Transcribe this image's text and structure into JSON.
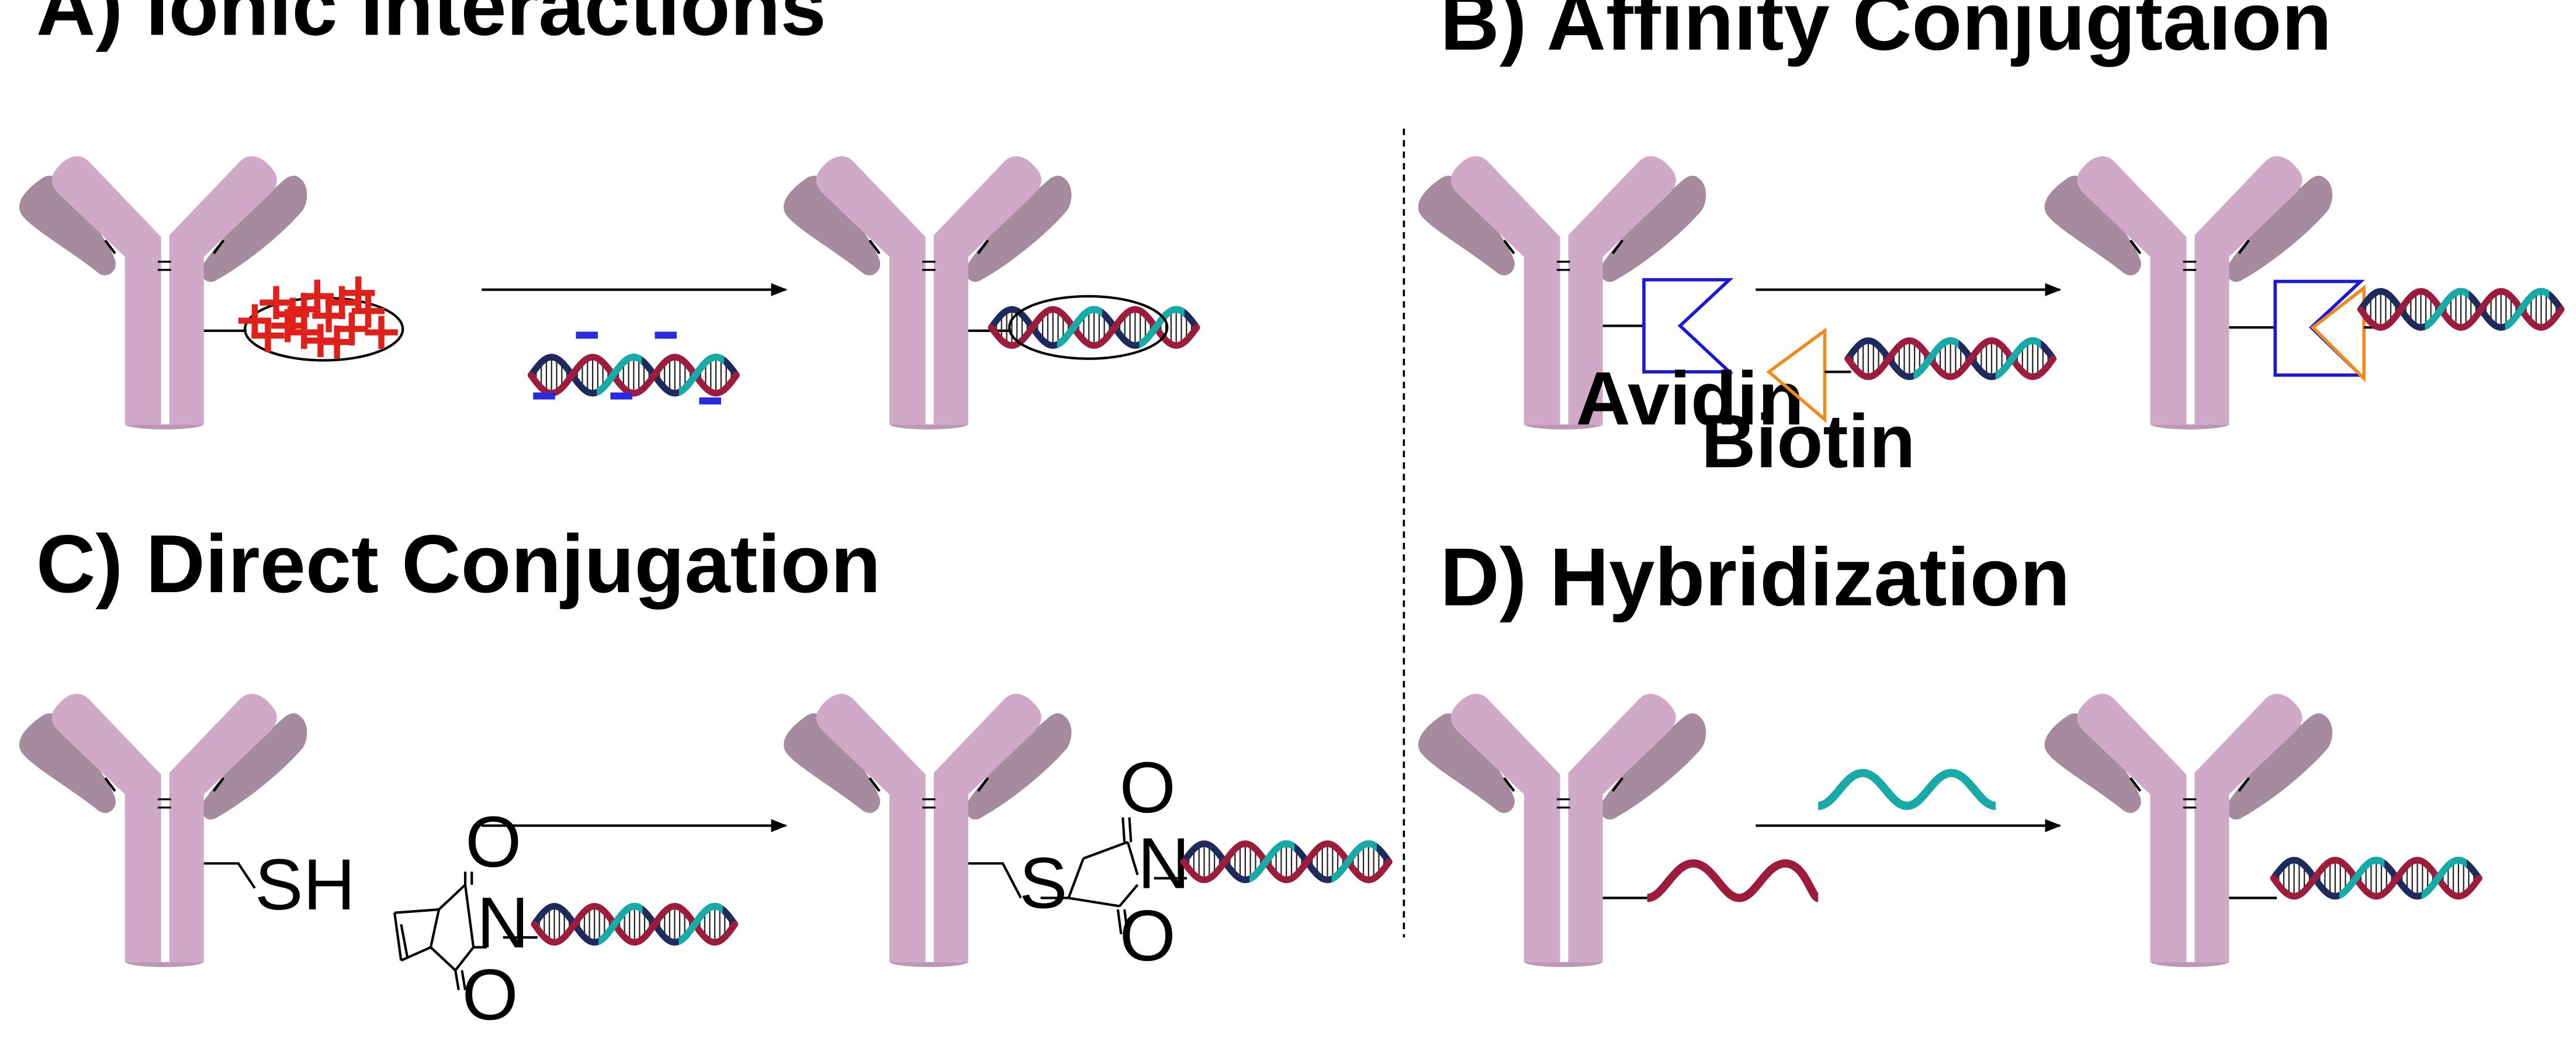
{
  "panels": {
    "a": {
      "title": "A)  Ionic Interactions",
      "charge_plus": "+",
      "charge_minus": "–"
    },
    "b": {
      "title": "B)  Affinity Conjugtaion",
      "avidin_label": "Avidin",
      "biotin_label": "Biotin"
    },
    "c": {
      "title": "C)  Direct Conjugation",
      "sh": "SH",
      "o": "O",
      "n": "N",
      "s": "S"
    },
    "d": {
      "title": "D)  Hybridization"
    }
  },
  "colors": {
    "antibody_heavy": "#d0a9c8",
    "antibody_light": "#a68a9e",
    "dna_red": "#9d1b3d",
    "dna_navy": "#1f2a5c",
    "dna_teal": "#18aaa6",
    "avidin": "#1a1ad6",
    "biotin": "#f08a1e",
    "charge_plus": "#e0201b",
    "charge_minus": "#2a2ae0"
  }
}
